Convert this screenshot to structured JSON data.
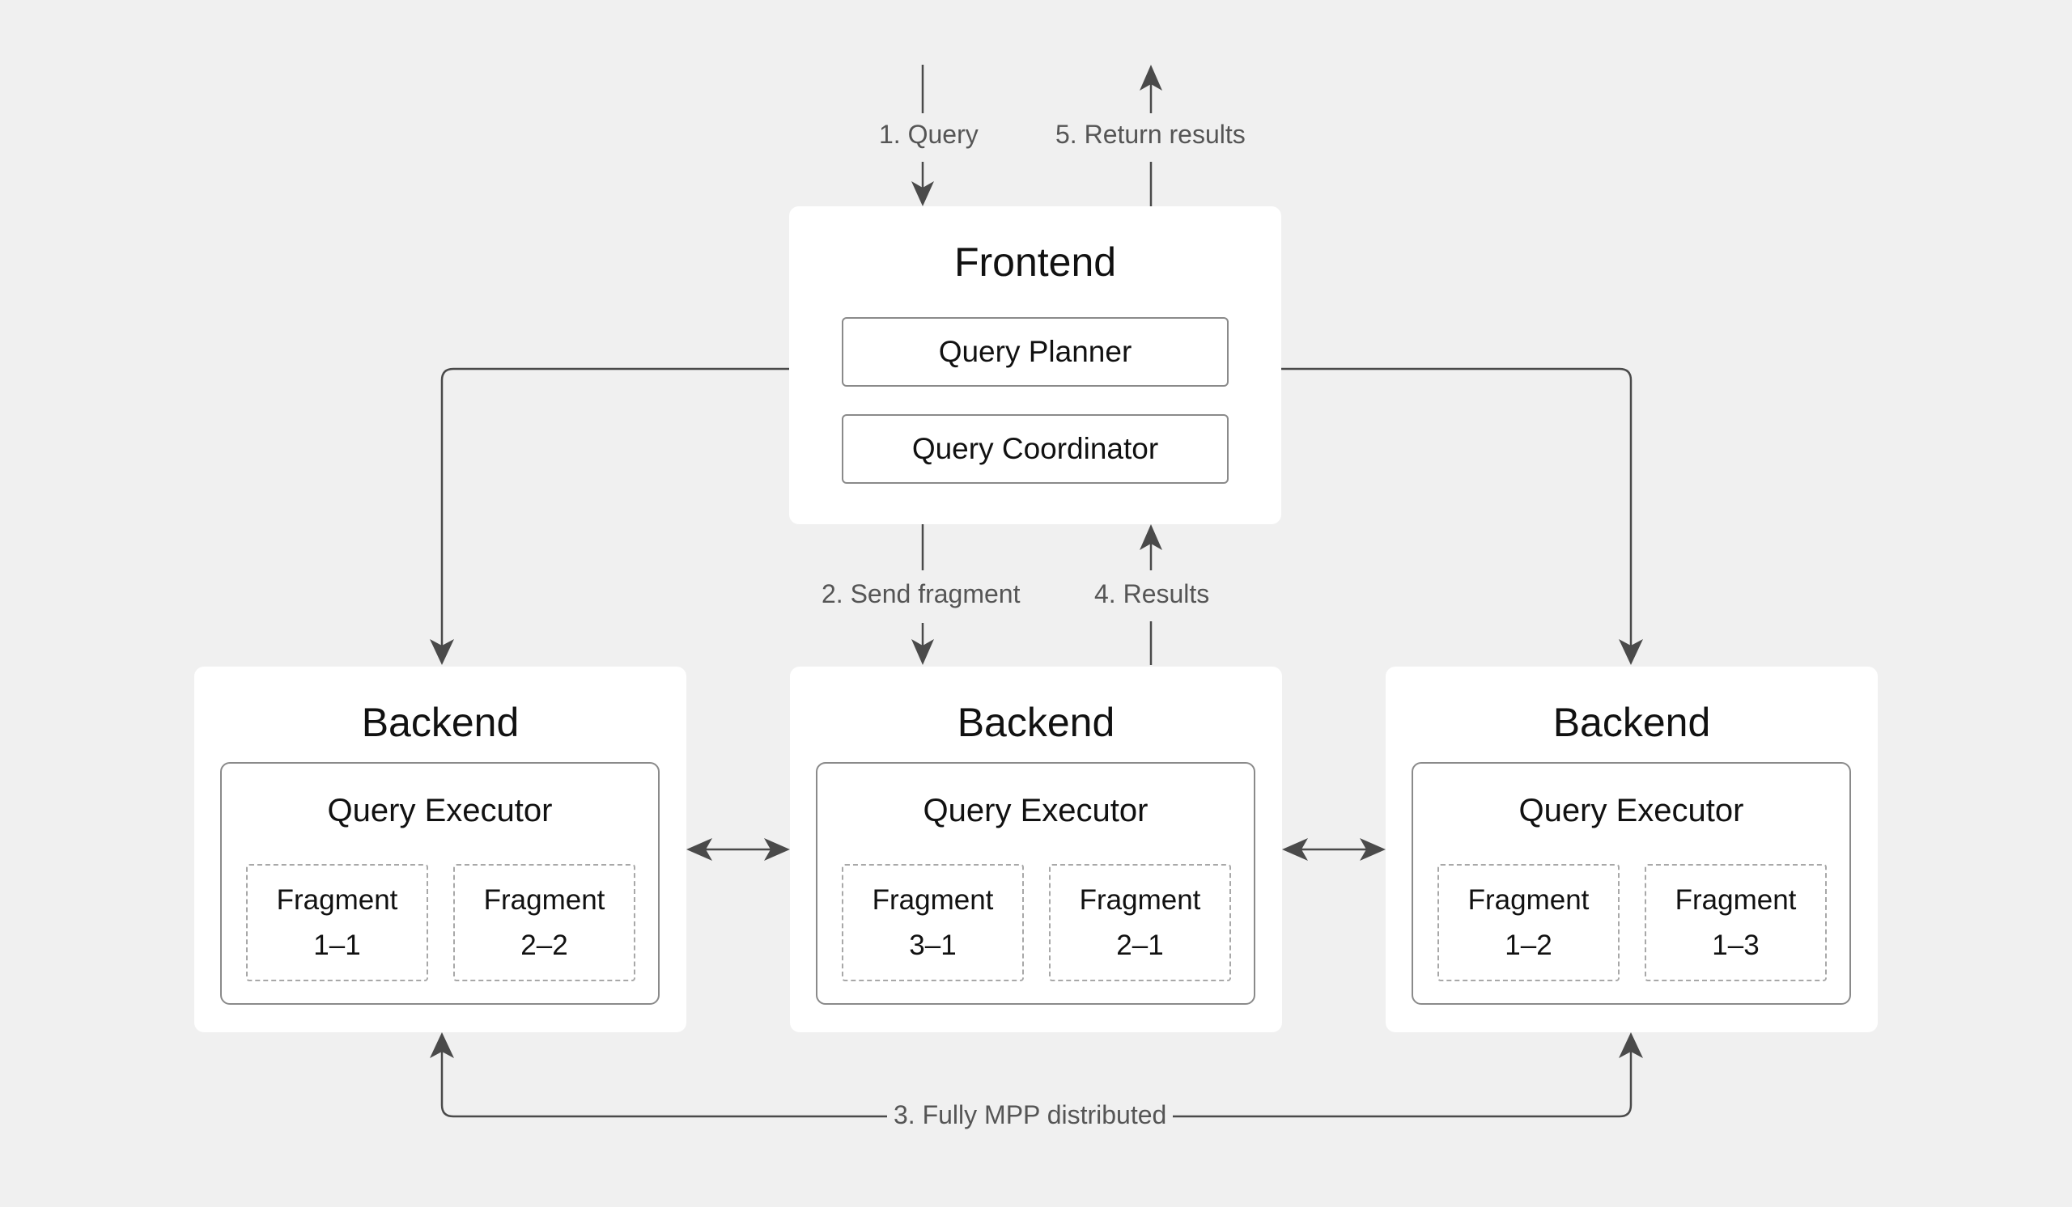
{
  "frontend": {
    "title": "Frontend",
    "components": [
      "Query Planner",
      "Query Coordinator"
    ]
  },
  "backends": [
    {
      "title": "Backend",
      "executor": "Query Executor",
      "fragments": [
        {
          "name": "Fragment",
          "id": "1–1"
        },
        {
          "name": "Fragment",
          "id": "2–2"
        }
      ]
    },
    {
      "title": "Backend",
      "executor": "Query Executor",
      "fragments": [
        {
          "name": "Fragment",
          "id": "3–1"
        },
        {
          "name": "Fragment",
          "id": "2–1"
        }
      ]
    },
    {
      "title": "Backend",
      "executor": "Query Executor",
      "fragments": [
        {
          "name": "Fragment",
          "id": "1–2"
        },
        {
          "name": "Fragment",
          "id": "1–3"
        }
      ]
    }
  ],
  "edges": {
    "query": "1. Query",
    "return_results": "5. Return results",
    "send_fragment": "2. Send fragment",
    "results": "4. Results",
    "mpp": "3. Fully MPP distributed"
  },
  "colors": {
    "background": "#f0f0f0",
    "box": "#ffffff",
    "line": "#4a4a4a",
    "label": "#555555"
  }
}
